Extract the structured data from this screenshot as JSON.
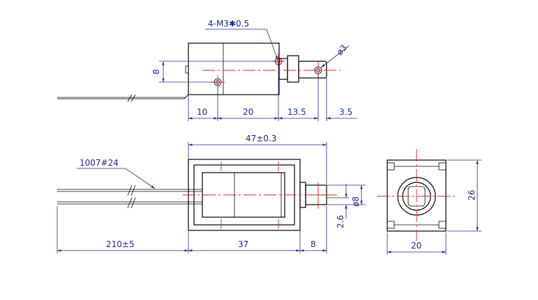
{
  "views": {
    "top": {
      "callouts": {
        "thread": "4-M3✱0.5",
        "hole": "ø3"
      },
      "dims": {
        "height": "8",
        "d1": "10",
        "d2": "20",
        "d3": "13.5",
        "d4": "3.5"
      }
    },
    "front": {
      "callouts": {
        "wire": "1007#24"
      },
      "dims": {
        "overall": "47±0.3",
        "lead": "210±5",
        "body": "37",
        "plunger": "8",
        "dia": "ø8",
        "slot": "2.6"
      }
    },
    "side": {
      "dims": {
        "width": "20",
        "height": "26"
      }
    }
  },
  "colors": {
    "dimension": "#1c2a8a",
    "centerline": "#e02020",
    "outline": "#000000"
  }
}
